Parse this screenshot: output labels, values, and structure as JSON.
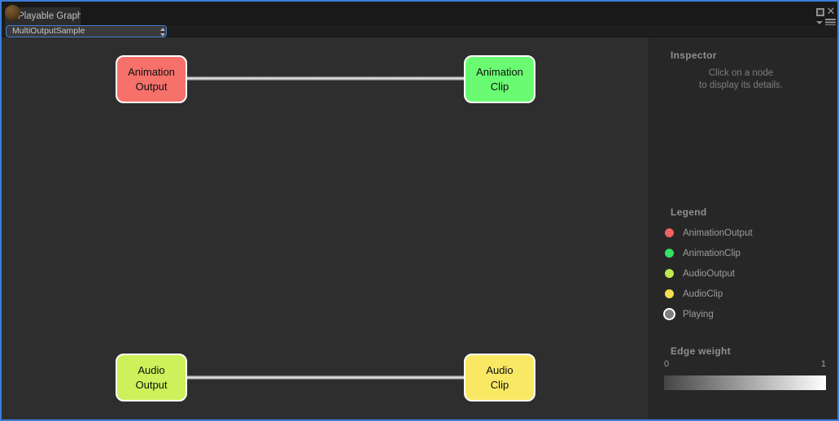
{
  "window": {
    "tab": "Playable Graph",
    "selector_value": "MultiOutputSample"
  },
  "graph": {
    "nodes": [
      {
        "label": "Animation\nOutput",
        "color": "#f7716b"
      },
      {
        "label": "Animation\nClip",
        "color": "#69fb71"
      },
      {
        "label": "Audio\nOutput",
        "color": "#cdf15a"
      },
      {
        "label": "Audio\nClip",
        "color": "#f9e863"
      }
    ],
    "edges": [
      {
        "from": "Animation Output",
        "to": "Animation Clip",
        "weight": 1
      },
      {
        "from": "Audio Output",
        "to": "Audio Clip",
        "weight": 1
      }
    ]
  },
  "inspector": {
    "title": "Inspector",
    "empty_hint": "Click on a node\nto display its details."
  },
  "legend": {
    "title": "Legend",
    "items": [
      {
        "label": "AnimationOutput",
        "color": "#f4625f"
      },
      {
        "label": "AnimationClip",
        "color": "#35e162"
      },
      {
        "label": "AudioOutput",
        "color": "#bce84d"
      },
      {
        "label": "AudioClip",
        "color": "#f6df52"
      },
      {
        "label": "Playing",
        "color": "#7f7f7f"
      }
    ]
  },
  "edge_weight": {
    "title": "Edge weight",
    "min": "0",
    "max": "1",
    "gradient_from": "#454545",
    "gradient_to": "#ffffff"
  }
}
